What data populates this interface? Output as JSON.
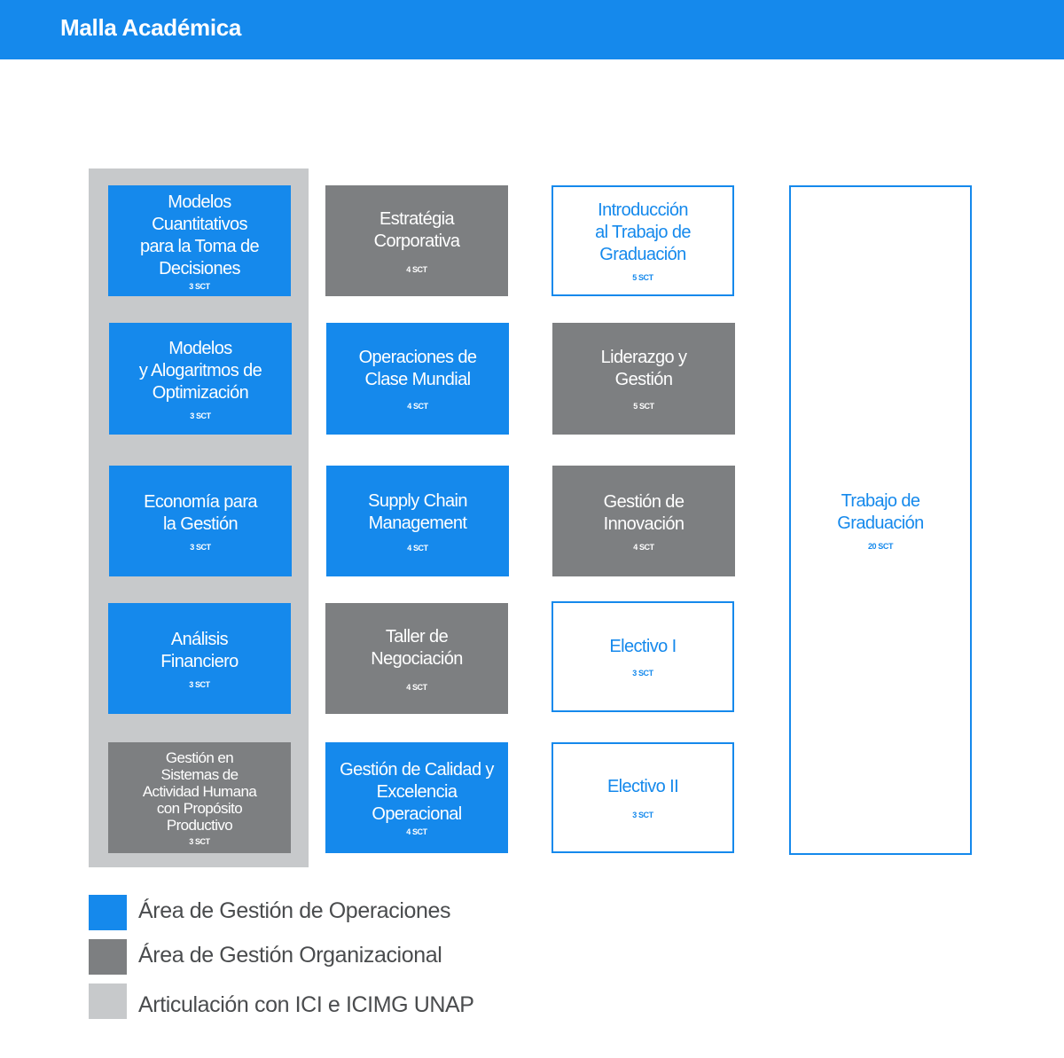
{
  "header": {
    "title": "Malla Académica"
  },
  "colors": {
    "operaciones": "#1589ec",
    "organizacional": "#7d7f81",
    "articulacion": "#c7c9cb"
  },
  "columns": [
    {
      "courses": [
        {
          "name": "Modelos\nCuantitativos\npara la Toma de\nDecisiones",
          "credits": "3 SCT",
          "area": "operaciones"
        },
        {
          "name": "Modelos\ny Alogaritmos de\nOptimización",
          "credits": "3 SCT",
          "area": "operaciones"
        },
        {
          "name": "Economía para\nla Gestión",
          "credits": "3 SCT",
          "area": "operaciones"
        },
        {
          "name": "Análisis\nFinanciero",
          "credits": "3 SCT",
          "area": "operaciones"
        },
        {
          "name": "Gestión en\nSistemas de\nActividad Humana\ncon Propósito\nProductivo",
          "credits": "3 SCT",
          "area": "organizacional"
        }
      ]
    },
    {
      "courses": [
        {
          "name": "Estratégia\nCorporativa",
          "credits": "4 SCT",
          "area": "organizacional"
        },
        {
          "name": "Operaciones de\nClase Mundial",
          "credits": "4 SCT",
          "area": "operaciones"
        },
        {
          "name": "Supply Chain\nManagement",
          "credits": "4 SCT",
          "area": "operaciones"
        },
        {
          "name": "Taller de\nNegociación",
          "credits": "4 SCT",
          "area": "organizacional"
        },
        {
          "name": "Gestión de Calidad y\nExcelencia\nOperacional",
          "credits": "4 SCT",
          "area": "operaciones"
        }
      ]
    },
    {
      "courses": [
        {
          "name": "Introducción\nal Trabajo de\nGraduación",
          "credits": "5 SCT",
          "area": "graduacion"
        },
        {
          "name": "Liderazgo y\nGestión",
          "credits": "5 SCT",
          "area": "organizacional"
        },
        {
          "name": "Gestión de\nInnovación",
          "credits": "4 SCT",
          "area": "organizacional"
        },
        {
          "name": "Electivo I",
          "credits": "3 SCT",
          "area": "graduacion"
        },
        {
          "name": "Electivo II",
          "credits": "3 SCT",
          "area": "graduacion"
        }
      ]
    },
    {
      "courses": [
        {
          "name": "Trabajo de\nGraduación",
          "credits": "20 SCT",
          "area": "graduacion"
        }
      ]
    }
  ],
  "legend": [
    {
      "label": "Área de Gestión de Operaciones",
      "color": "#1589ec"
    },
    {
      "label": "Área de Gestión Organizacional",
      "color": "#7d7f81"
    },
    {
      "label": "Articulación con ICI e ICIMG UNAP",
      "color": "#c7c9cb"
    }
  ]
}
